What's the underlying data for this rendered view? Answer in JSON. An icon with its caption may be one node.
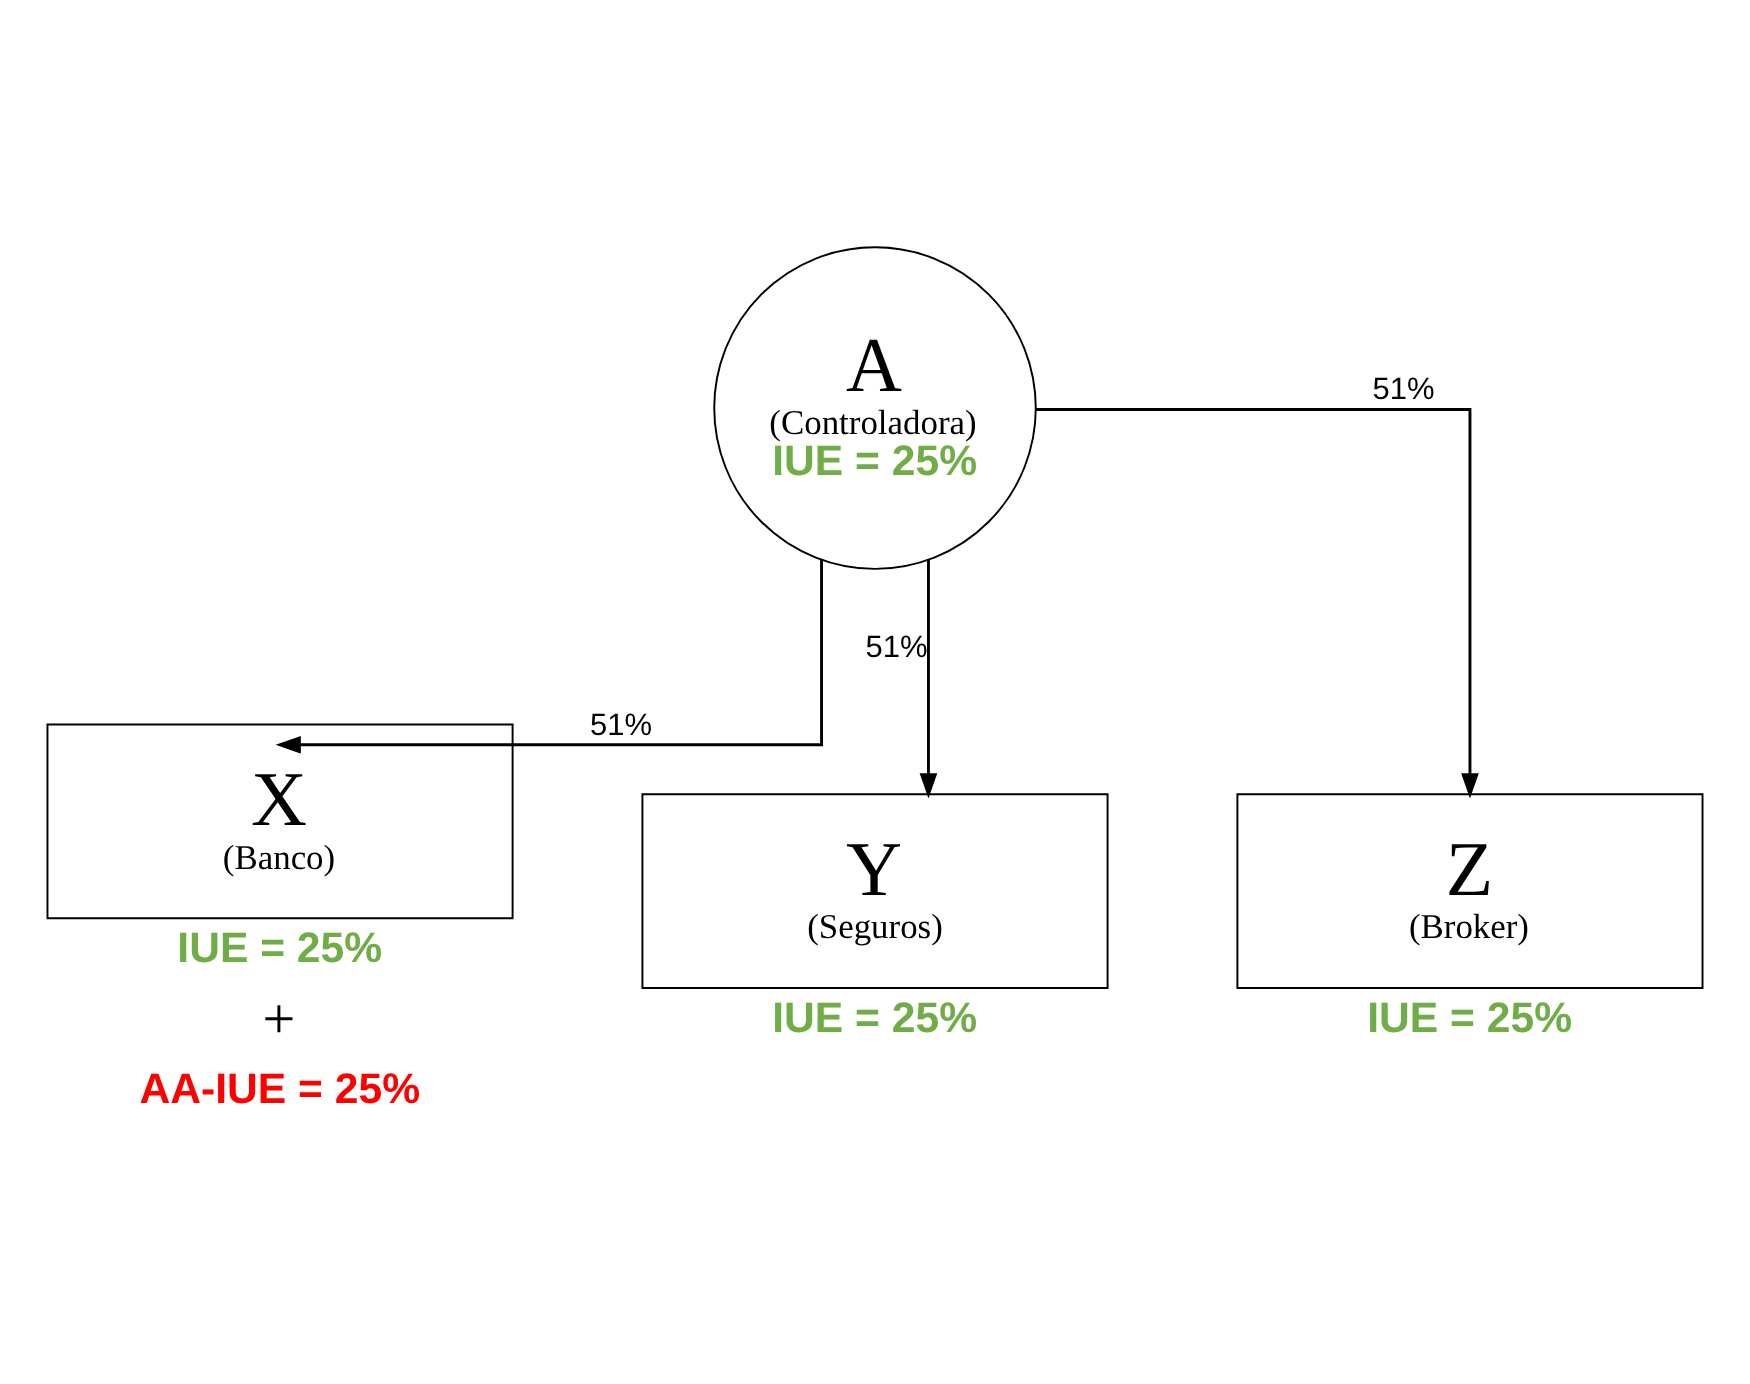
{
  "diagram": {
    "nodes": [
      {
        "text": [
          "A",
          "(Controladora)",
          "IUE = 25%"
        ]
      },
      {
        "text": [
          "X",
          "(Banco)"
        ],
        "beside": [
          "IUE = 25%",
          "+",
          "AA-IUE = 25%"
        ]
      },
      {
        "text": [
          "Y",
          "(Seguros)"
        ],
        "beside": [
          "IUE = 25%"
        ]
      },
      {
        "text": [
          "Z",
          "(Broker)"
        ],
        "beside": [
          "IUE = 25%"
        ]
      }
    ],
    "edges": [
      {
        "from": 0,
        "to": 1,
        "arrow": "to",
        "label": "51%"
      },
      {
        "from": 0,
        "to": 2,
        "arrow": "to",
        "label": "51%"
      },
      {
        "from": 0,
        "to": 3,
        "arrow": "to",
        "label": "51%"
      }
    ]
  }
}
